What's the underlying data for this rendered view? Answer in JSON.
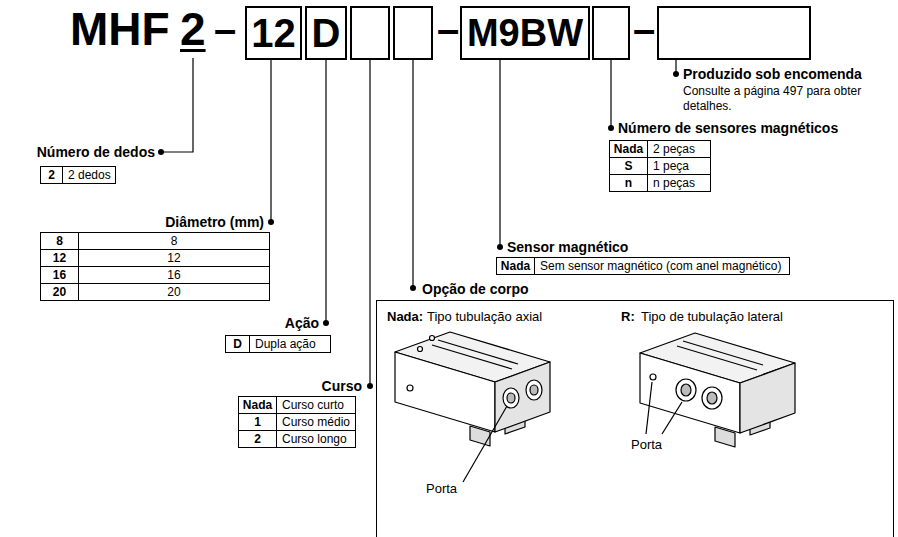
{
  "diagram": {
    "nodes": [
      {
        "text": [
          "12"
        ]
      },
      {
        "text": [
          "D"
        ]
      },
      {
        "text": [
          "M9BW"
        ]
      },
      {
        "text": [
          "Opção de corpo",
          "Nada:",
          "Tipo tubulação axial",
          "R:",
          "Tipo de tubulação lateral",
          "Porta",
          "Porta"
        ]
      }
    ],
    "labels": [
      "MHF",
      "2",
      "–",
      "–",
      "–",
      "Número de dedos",
      "2",
      "2 dedos",
      "Diâmetro (mm)",
      "8",
      "8",
      "12",
      "12",
      "16",
      "16",
      "20",
      "20",
      "Ação",
      "D",
      "Dupla ação",
      "Curso",
      "Nada",
      "Curso curto",
      "1",
      "Curso médio",
      "2",
      "Curso longo",
      "Sensor magnético",
      "Nada",
      "Sem sensor magnético (com anel magnético)",
      "Número de sensores magnéticos",
      "Nada",
      "2 peças",
      "S",
      "1 peça",
      "n",
      "n peças",
      "Produzido sob encomenda",
      "Consulte a página 497 para obter detalhes."
    ]
  }
}
